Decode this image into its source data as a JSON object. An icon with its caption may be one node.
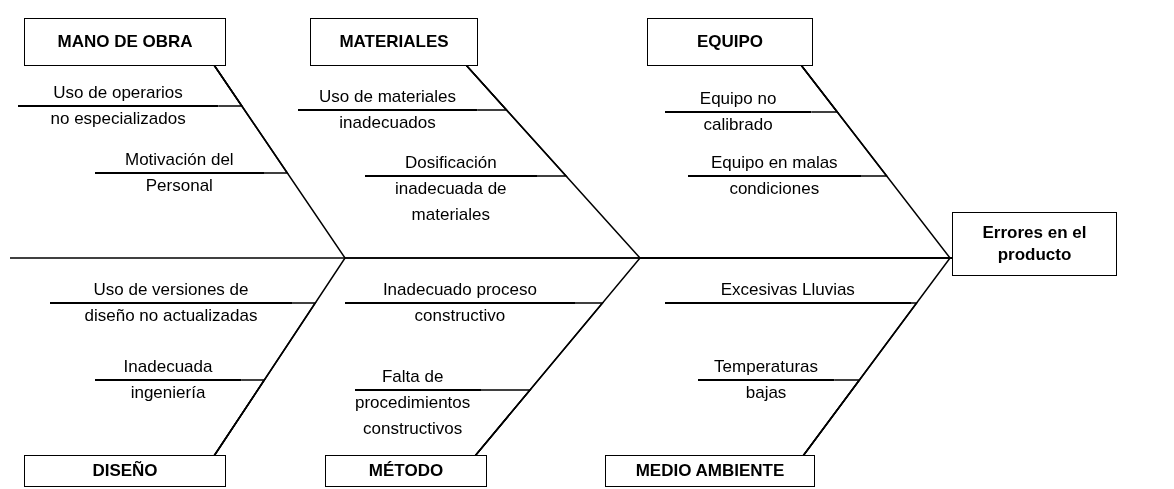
{
  "diagram": {
    "nodes": [
      {
        "text": [
          "MANO DE OBRA"
        ]
      },
      {
        "text": [
          "MATERIALES"
        ]
      },
      {
        "text": [
          "EQUIPO"
        ]
      },
      {
        "text": [
          "Uso de operarios no especializados"
        ]
      },
      {
        "text": [
          "Uso de materiales inadecuados"
        ]
      },
      {
        "text": [
          "Equipo no calibrado"
        ]
      },
      {
        "text": [
          "Motivación del Personal"
        ]
      },
      {
        "text": [
          "Dosificación inadecuada de materiales"
        ]
      },
      {
        "text": [
          "Equipo en malas condiciones"
        ]
      },
      {
        "text": [
          "Errores en el producto"
        ]
      },
      {
        "text": [
          "Uso de versiones de diseño no actualizadas"
        ]
      },
      {
        "text": [
          "Inadecuado proceso constructivo"
        ]
      },
      {
        "text": [
          "Excesivas Lluvias"
        ]
      },
      {
        "text": [
          "Inadecuada ingeniería"
        ]
      },
      {
        "text": [
          "Falta de procedimientos constructivos"
        ]
      },
      {
        "text": [
          "Temperaturas bajas"
        ]
      },
      {
        "text": [
          "DISEÑO"
        ]
      },
      {
        "text": [
          "MÉTODO"
        ]
      },
      {
        "text": [
          "MEDIO AMBIENTE"
        ]
      }
    ],
    "edges": [
      {
        "from": 0,
        "to": 9,
        "arrow": "none"
      },
      {
        "from": 1,
        "to": 9,
        "arrow": "none"
      },
      {
        "from": 2,
        "to": 9,
        "arrow": "none"
      },
      {
        "from": 16,
        "to": 9,
        "arrow": "none"
      },
      {
        "from": 17,
        "to": 9,
        "arrow": "none"
      },
      {
        "from": 18,
        "to": 9,
        "arrow": "none"
      },
      {
        "from": 3,
        "to": 0,
        "arrow": "none"
      },
      {
        "from": 6,
        "to": 0,
        "arrow": "none"
      },
      {
        "from": 4,
        "to": 1,
        "arrow": "none"
      },
      {
        "from": 7,
        "to": 1,
        "arrow": "none"
      },
      {
        "from": 5,
        "to": 2,
        "arrow": "none"
      },
      {
        "from": 8,
        "to": 2,
        "arrow": "none"
      },
      {
        "from": 10,
        "to": 16,
        "arrow": "none"
      },
      {
        "from": 13,
        "to": 16,
        "arrow": "none"
      },
      {
        "from": 11,
        "to": 17,
        "arrow": "none"
      },
      {
        "from": 14,
        "to": 17,
        "arrow": "none"
      },
      {
        "from": 12,
        "to": 18,
        "arrow": "none"
      },
      {
        "from": 15,
        "to": 18,
        "arrow": "none"
      }
    ]
  }
}
